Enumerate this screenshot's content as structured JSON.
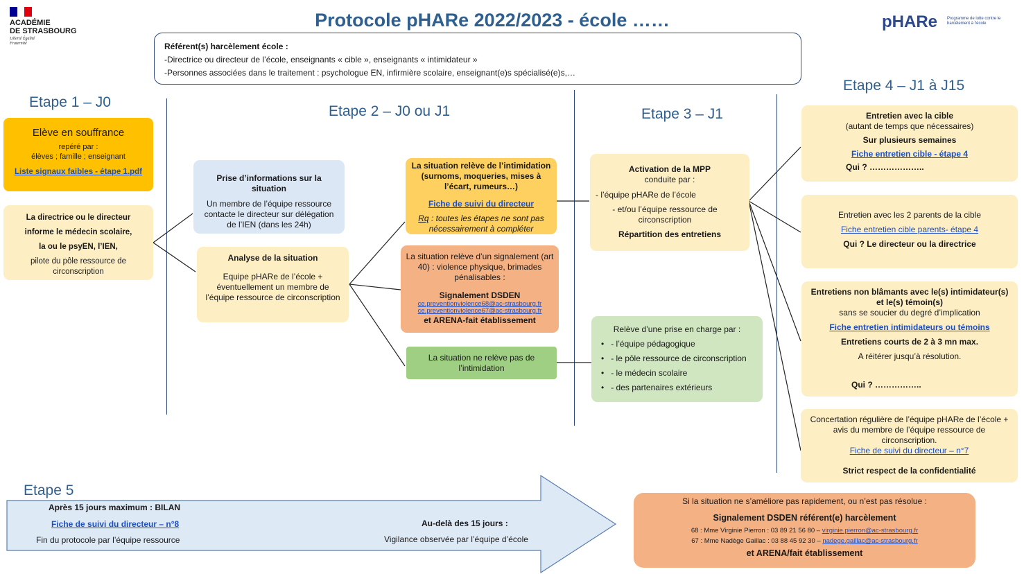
{
  "header": {
    "title": "Protocole pHARe 2022/2023  - école ……",
    "logo_left_line1": "ACADÉMIE",
    "logo_left_line2": "DE STRASBOURG",
    "logo_left_motto": "Liberté Égalité Fraternité",
    "logo_right_main": "pHARe",
    "logo_right_sub": "Programme de lutte contre le harcèlement à l'école"
  },
  "referents": {
    "title": "Référent(s) harcèlement école :",
    "line1": "-Directrice ou directeur de l’école, enseignants « cible », enseignants « intimidateur »",
    "line2": "-Personnes associées dans le traitement : psychologue EN, infirmière scolaire, enseignant(e)s spécialisé(e)s,…"
  },
  "steps": {
    "e1": "Etape 1 – J0",
    "e2": "Etape 2 – J0 ou J1",
    "e3": "Etape 3 – J1",
    "e4": "Etape 4 – J1 à J15",
    "e5": "Etape 5"
  },
  "e1": {
    "eleve_title": "Elève en souffrance",
    "eleve_l1": "repéré par :",
    "eleve_l2": "élèves ; famille ; enseignant",
    "eleve_link": "Liste signaux faibles - étape 1.pdf",
    "dir_l1": "La directrice ou le directeur",
    "dir_l2": "informe le médecin scolaire,",
    "dir_l3": "la ou le psyEN, l’IEN,",
    "dir_l4": "pilote du pôle ressource de circonscription"
  },
  "e2": {
    "prise_title": "Prise d’informations sur la situation",
    "prise_text": "Un membre de l’équipe ressource contacte le directeur sur délégation de l’IEN (dans les 24h)",
    "analyse_title": "Analyse de la situation",
    "analyse_text": "Equipe pHARe de l’école + éventuellement un membre de l’équipe ressource de circonscription",
    "intim_title": "La situation relève de l’intimidation (surnoms, moqueries, mises à l’écart, rumeurs…)",
    "intim_link": "Fiche de suivi du directeur",
    "intim_rq_label": "Rq",
    "intim_rq": " : toutes les étapes ne sont pas nécessairement à compléter",
    "sig_title": "La situation relève d’un signalement (art 40) : violence physique, brimades pénalisables :",
    "sig_b": "Signalement DSDEN",
    "sig_mail1": "ce.preventionviolence68@ac-strasbourg.fr",
    "sig_mail2": "ce.preventionviolence67@ac-strasbourg.fr",
    "sig_arena": "et ARENA-fait établissement",
    "non_intim": "La situation ne relève pas de l’intimidation"
  },
  "e3": {
    "mpp_title": "Activation de la MPP",
    "mpp_sub": "conduite par :",
    "mpp_l1": "- l’équipe pHARe de l’école",
    "mpp_l2": "- et/ou l’équipe ressource de circonscription",
    "mpp_rep": "Répartition des entretiens",
    "releve_title": "Relève d’une prise en charge par :",
    "releve_items": [
      "- l’équipe pédagogique",
      "- le pôle ressource de circonscription",
      "- le médecin scolaire",
      "- des partenaires extérieurs"
    ]
  },
  "e4": {
    "cible_title": "Entretien avec la cible",
    "cible_sub": "(autant de temps que nécessaires)",
    "cible_sem": "Sur plusieurs semaines",
    "cible_link": "Fiche entretien cible - étape 4",
    "cible_qui": "Qui ? ………………..",
    "parents_title": "Entretien avec les 2 parents de la cible",
    "parents_link": "Fiche entretien cible parents- étape 4",
    "parents_qui": "Qui ? Le directeur ou la directrice",
    "intim_title": "Entretiens non blâmants avec le(s) intimidateur(s) et le(s) témoin(s)",
    "intim_sub": "sans se soucier du degré d’implication",
    "intim_link": "Fiche entretien intimidateurs ou témoins",
    "intim_court": "Entretiens courts de 2 à 3 mn max.",
    "intim_reit": "A réitérer jusqu’à résolution.",
    "intim_qui": "Qui ? ……………..",
    "conc_title": "Concertation régulière de l’équipe pHARe de l’école + avis du membre de l’équipe ressource de circonscription.",
    "conc_link": "Fiche de suivi du directeur – n°7",
    "conc_conf": "Strict respect de la confidentialité"
  },
  "e5": {
    "bilan": "Après 15 jours maximum : BILAN",
    "link": "Fiche de suivi du directeur – n°8",
    "fin": "Fin du protocole par l’équipe ressource",
    "audela": "Au-delà des 15 jours :",
    "vigilance": "Vigilance observée par l’équipe d’école",
    "final_title": "Si la situation ne s’améliore pas rapidement, ou n’est pas résolue :",
    "final_sig": "Signalement DSDEN référent(e) harcèlement",
    "final_68_text": "68 : Mme Virginie Pierron : 03 89 21 56 80 –",
    "final_68_mail": "virginie.pierron@ac-strasbourg.fr",
    "final_67_text": "67 :  Mme Nadège Gaillac : 03 88 45 92 30 –",
    "final_67_mail": "nadege.gaillac@ac-strasbourg.fr",
    "final_arena": "et ARENA/fait établissement"
  },
  "colors": {
    "title_blue": "#2e5f8f",
    "link_blue": "#1f4fbf",
    "orange": "#ffc000",
    "salmon": "#f4b183",
    "green": "#9fcf83"
  }
}
